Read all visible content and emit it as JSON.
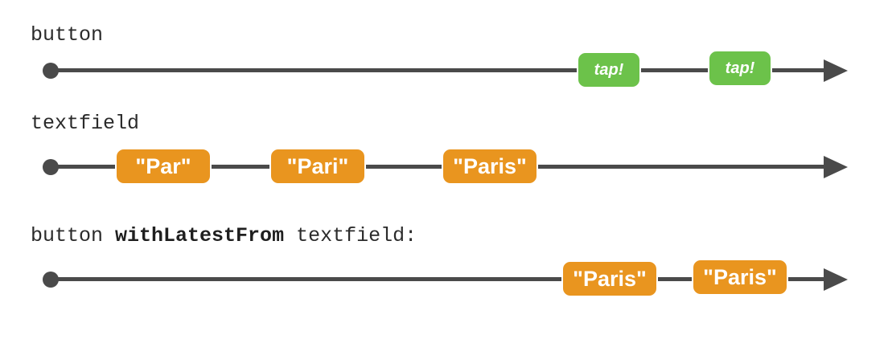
{
  "rows": [
    {
      "label": "button",
      "events": [
        "tap!",
        "tap!"
      ]
    },
    {
      "label": "textfield",
      "events": [
        "\"Par\"",
        "\"Pari\"",
        "\"Paris\""
      ]
    },
    {
      "label_parts": [
        "button ",
        "withLatestFrom",
        " textfield:"
      ],
      "events": [
        "\"Paris\"",
        "\"Paris\""
      ]
    }
  ],
  "colors": {
    "line": "#4a4a4a",
    "tap_marble": "#6cc24a",
    "value_marble": "#e9951f"
  }
}
